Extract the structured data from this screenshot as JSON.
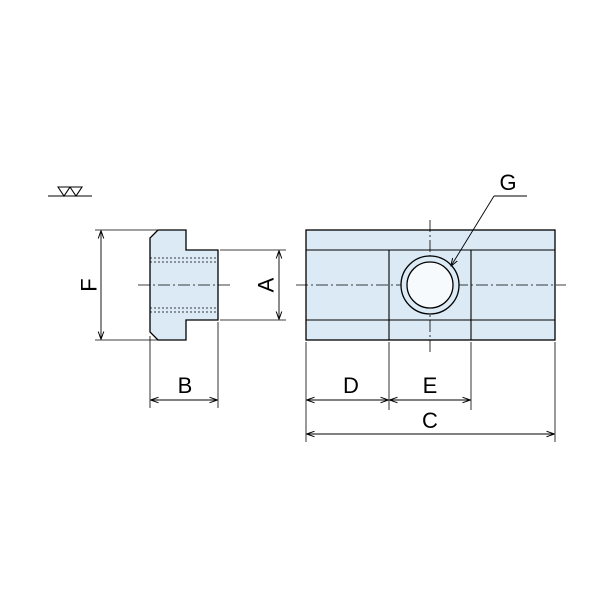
{
  "symbols": {
    "surface_finish": "finish-triangles-icon"
  },
  "labels": {
    "F": "F",
    "A": "A",
    "B": "B",
    "D": "D",
    "E": "E",
    "C": "C",
    "G": "G"
  },
  "colors": {
    "part_fill": "#dbeaf5",
    "line": "#000000"
  }
}
